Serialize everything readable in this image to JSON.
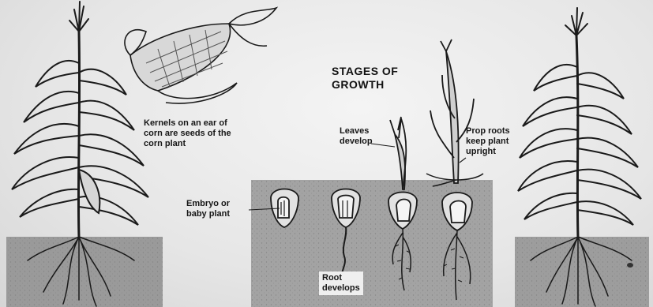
{
  "heading": "STAGES OF\nGROWTH",
  "labels": {
    "kernels": "Kernels on an ear of\ncorn are seeds of the\ncorn plant",
    "embryo": "Embryo or\nbaby plant",
    "leaves": "Leaves\ndevelop",
    "prop_roots": "Prop roots\nkeep plant\nupright",
    "root": "Root\ndevelops"
  },
  "colors": {
    "soil": "#9a9a9a",
    "ink": "#1a1a1a",
    "paper": "#ebebeb"
  }
}
